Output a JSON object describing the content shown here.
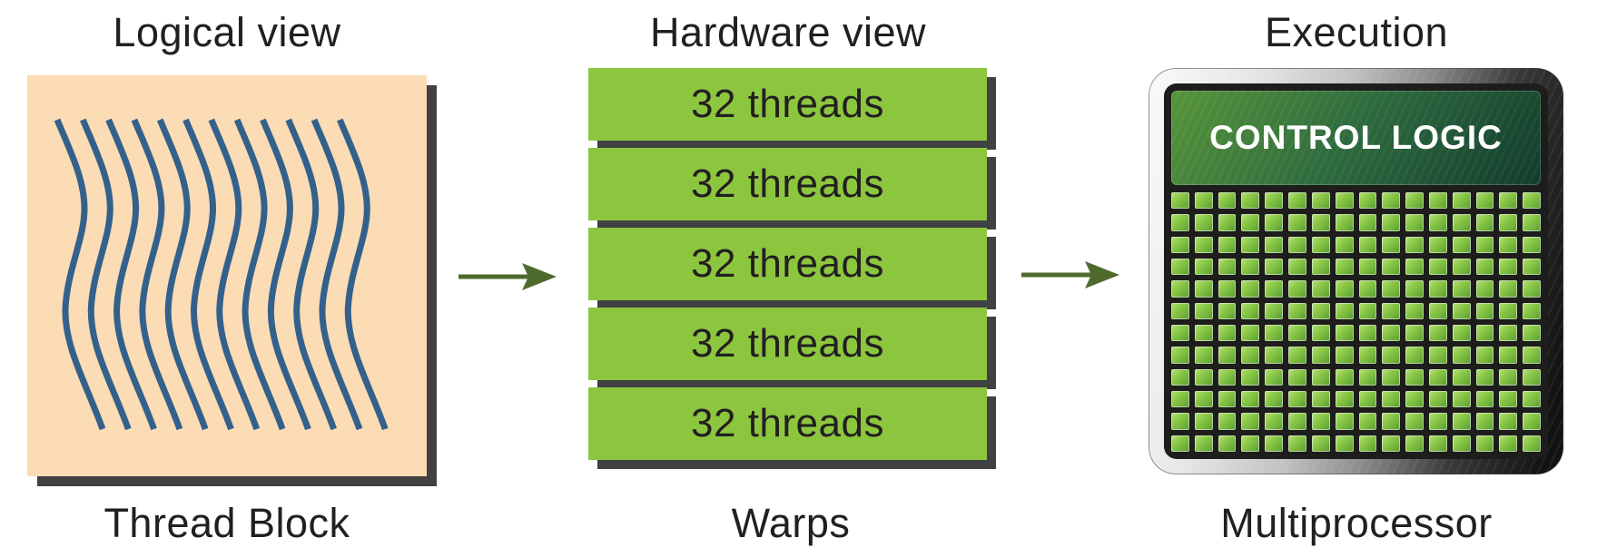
{
  "figure": {
    "kind": "cuda-warp-execution-diagram"
  },
  "columns": {
    "logical": {
      "title": "Logical view",
      "caption": "Thread Block",
      "wavy_line_count": 12
    },
    "hardware": {
      "title": "Hardware view",
      "caption": "Warps",
      "bars": [
        "32 threads",
        "32 threads",
        "32 threads",
        "32 threads",
        "32 threads"
      ]
    },
    "execution": {
      "title": "Execution",
      "caption": "Multiprocessor",
      "control_label": "CONTROL LOGIC",
      "core_grid": {
        "columns": 16,
        "rows": 12
      }
    }
  },
  "arrows": {
    "count": 2
  },
  "colors": {
    "background": "#ffffff",
    "text": "#231f20",
    "peach_box": "#fbdcb4",
    "wave_blue": "#33618c",
    "warp_green": "#8cc63f",
    "shadow_gray": "#414042",
    "arrow_olive": "#4e6b2d",
    "chip_black": "#1d1d1b",
    "panel_green_light": "#57953a",
    "panel_green_dark": "#123c2d",
    "core_green_light": "#b9e17e",
    "core_green_dark": "#569b2e"
  }
}
